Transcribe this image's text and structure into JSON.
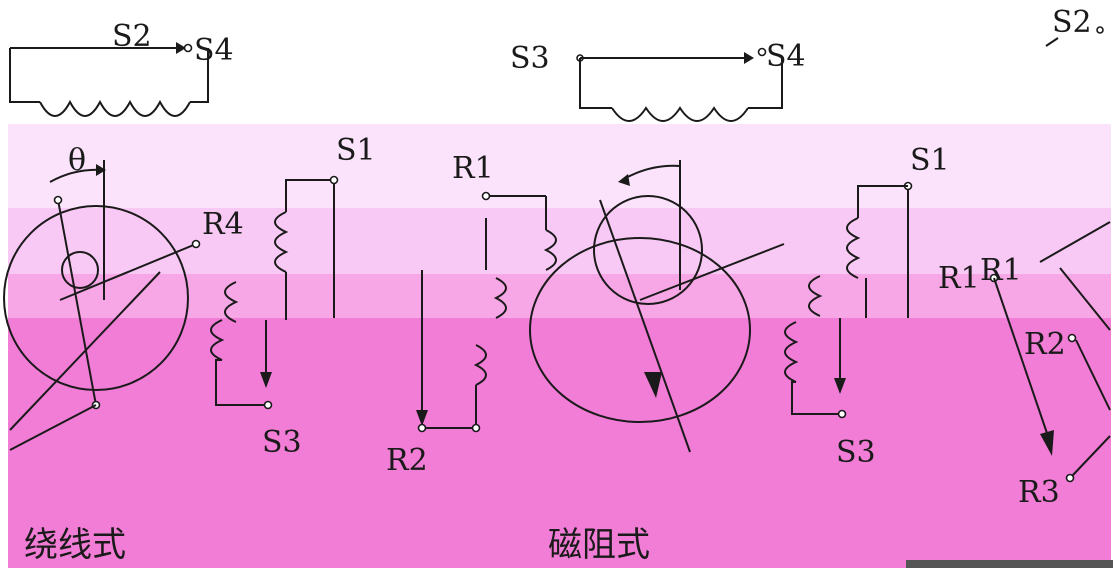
{
  "colors": {
    "band_light": "#fbe3fb",
    "band_mid": "#f9c9f5",
    "band_strong": "#f47fd8",
    "ink": "#1a1a1a"
  },
  "labels": {
    "s2_left": "S2",
    "s4_left": "S4",
    "s3_mid": "S3",
    "s4_mid": "S4",
    "s2_right": "S2",
    "s1_left": "S1",
    "s1_mid": "S1",
    "r1_mid": "R1",
    "r1_right_a": "R1",
    "r1_right_b": "R1",
    "r2_right": "R2",
    "r3_right": "R3",
    "r4_left": "R4",
    "s3_left": "S3",
    "s3_right": "S3",
    "r2_mid": "R2",
    "theta": "θ"
  },
  "captions": {
    "wound": "绕线式",
    "reluctance": "磁阻式"
  }
}
